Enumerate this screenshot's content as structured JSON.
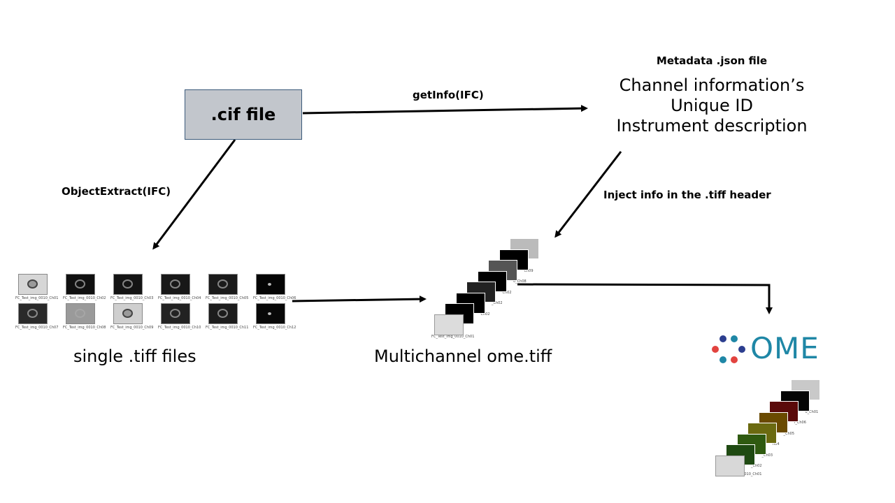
{
  "cif_box": {
    "label": ".cif file"
  },
  "get_info": {
    "label": "getInfo(IFC)"
  },
  "metadata": {
    "title": "Metadata .json file",
    "lines": [
      "Channel information’s",
      "Unique ID",
      "Instrument description"
    ]
  },
  "object_extract": {
    "label": "ObjectExtract(IFC)"
  },
  "inject": {
    "label": "Inject info in the .tiff header"
  },
  "single_tiff": {
    "caption": "single .tiff files",
    "files": [
      {
        "name": "FC_Test_img_0010_Ch01",
        "bg": "#d6d6d6",
        "cell": "dark"
      },
      {
        "name": "FC_Test_img_0010_Ch02",
        "bg": "#101010",
        "cell": "light"
      },
      {
        "name": "FC_Test_img_0010_Ch03",
        "bg": "#141414",
        "cell": "light"
      },
      {
        "name": "FC_Test_img_0010_Ch04",
        "bg": "#181818",
        "cell": "light"
      },
      {
        "name": "FC_Test_img_0010_Ch05",
        "bg": "#1a1a1a",
        "cell": "light"
      },
      {
        "name": "FC_Test_img_0010_Ch06",
        "bg": "#050505",
        "cell": "dot"
      },
      {
        "name": "FC_Test_img_0010_Ch07",
        "bg": "#2a2a2a",
        "cell": "light"
      },
      {
        "name": "FC_Test_img_0010_Ch08",
        "bg": "#9a9a9a",
        "cell": "light"
      },
      {
        "name": "FC_Test_img_0010_Ch09",
        "bg": "#cfcfcf",
        "cell": "dark"
      },
      {
        "name": "FC_Test_img_0010_Ch10",
        "bg": "#222222",
        "cell": "light"
      },
      {
        "name": "FC_Test_img_0010_Ch11",
        "bg": "#1c1c1c",
        "cell": "light"
      },
      {
        "name": "FC_Test_img_0010_Ch12",
        "bg": "#080808",
        "cell": "dot"
      }
    ]
  },
  "multichannel": {
    "caption": "Multichannel ome.tiff",
    "front_caption": "FC_Test_img_0010_Ch01",
    "side_labels": [
      "Ch09",
      "0_Ch08",
      "Ch02",
      "_Ch02",
      "Ch02"
    ],
    "card_colors": [
      "#bbbbbb",
      "#000000",
      "#555555",
      "#000000",
      "#222222",
      "#000000",
      "#000000",
      "#dcdcdc"
    ]
  },
  "ome": {
    "logo_text": "OME",
    "dot_colors": [
      "#2c3e8f",
      "#1f87a6",
      "#e2433f",
      "#2c3e8f",
      "#1f87a6",
      "#e2433f"
    ],
    "front_caption": "FC_Test_img_0010_Ch01",
    "side_labels": [
      "0_Ch01",
      "l_Ch06",
      "_Ch05",
      "h04",
      "_Ch03",
      "_Ch02"
    ],
    "card_colors": [
      "#c9c9c9",
      "#050505",
      "#5a0a0a",
      "#6a4a00",
      "#6b6a10",
      "#2f5a10",
      "#1f4a12",
      "#d8d8d8"
    ]
  }
}
